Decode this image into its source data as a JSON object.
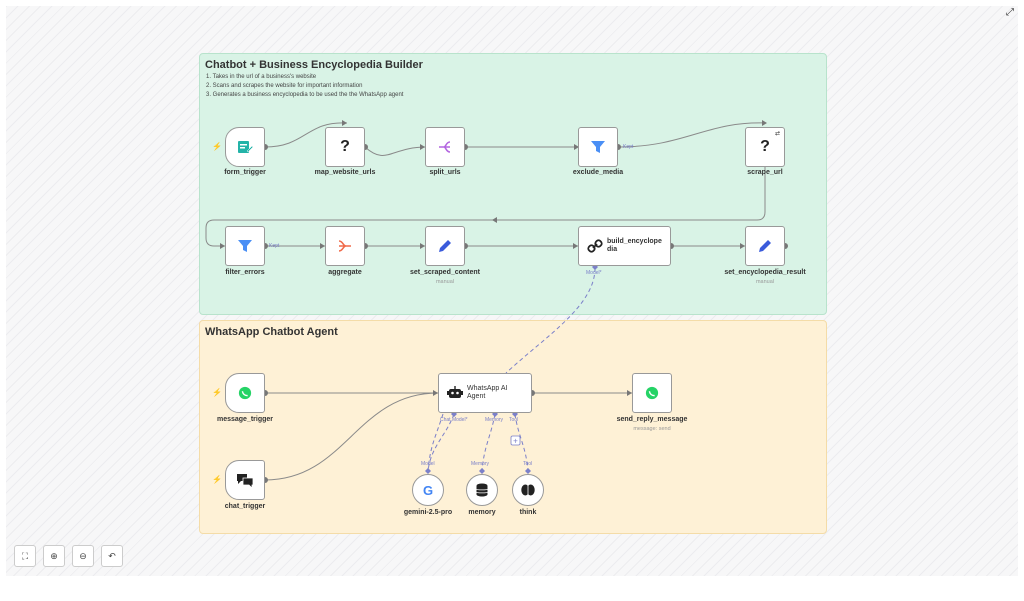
{
  "sticky_builder": {
    "title": "Chatbot + Business Encyclopedia Builder",
    "steps": [
      "1. Takes in the url of a business's website",
      "2. Scans and scrapes the website for important information",
      "3. Generates a business encyclopedia to be used the the WhatsApp agent"
    ]
  },
  "sticky_agent": {
    "title": "WhatsApp Chatbot Agent"
  },
  "nodes": {
    "form_trigger": {
      "label": "form_trigger"
    },
    "map_website_urls": {
      "label": "map_website_urls"
    },
    "split_urls": {
      "label": "split_urls"
    },
    "exclude_media": {
      "label": "exclude_media"
    },
    "scrape_url": {
      "label": "scrape_url"
    },
    "filter_errors": {
      "label": "filter_errors"
    },
    "aggregate": {
      "label": "aggregate"
    },
    "set_scraped_content": {
      "label": "set_scraped_content",
      "sub": "manual"
    },
    "build_encyclopedia": {
      "label": "build_encyclope dia"
    },
    "set_encyclopedia_result": {
      "label": "set_encyclopedia_result",
      "sub": "manual"
    },
    "message_trigger": {
      "label": "message_trigger"
    },
    "chat_trigger": {
      "label": "chat_trigger"
    },
    "whatsapp_ai_agent": {
      "label": "WhatsApp AI Agent"
    },
    "send_reply_message": {
      "label": "send_reply_message",
      "sub": "message: send"
    },
    "gemini": {
      "label": "gemini-2.5-pro"
    },
    "memory": {
      "label": "memory"
    },
    "think": {
      "label": "think"
    }
  },
  "port_labels": {
    "kept1": "Kept",
    "kept2": "Kept",
    "model_out": "Model*",
    "chat_model": "Chat Model*",
    "memory": "Memory",
    "tool": "Tool",
    "model_in": "Model",
    "memory_in": "Memory",
    "tool_in": "Tool"
  },
  "icons": {
    "form": "form-icon",
    "unknown": "question-icon",
    "split": "split-icon",
    "filter": "funnel-icon",
    "aggregate": "aggregate-icon",
    "edit": "pencil-icon",
    "link": "link-icon",
    "whatsapp": "whatsapp-icon",
    "chat": "chat-bubbles-icon",
    "robot": "robot-icon",
    "google": "google-icon",
    "database": "database-icon",
    "brain": "brain-icon"
  },
  "colors": {
    "trigger_bolt": "#ff6d5a",
    "filter": "#4a8ff5",
    "form": "#23b3a8",
    "split": "#b366e0",
    "aggregate": "#f06a4a",
    "edit": "#3b5bdb",
    "whatsapp": "#25d366",
    "ai_link": "#7b80c9"
  },
  "controls": {
    "fit": "⛶",
    "zoom_in": "⊕",
    "zoom_out": "⊖",
    "undo": "↶",
    "expand": "⤢"
  }
}
